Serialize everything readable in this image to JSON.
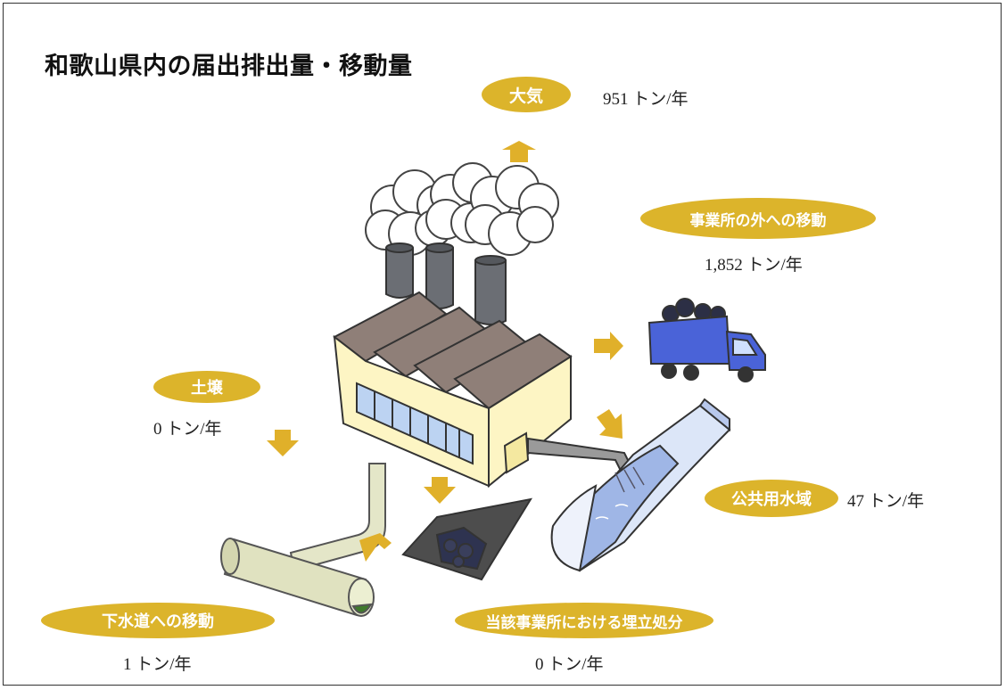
{
  "title": "和歌山県内の届出排出量・移動量",
  "categories": {
    "air": {
      "label": "大気",
      "value": "951 トン/年"
    },
    "offsite": {
      "label": "事業所の外への移動",
      "value": "1,852 トン/年"
    },
    "soil": {
      "label": "土壌",
      "value": "0 トン/年"
    },
    "water": {
      "label": "公共用水域",
      "value": "47 トン/年"
    },
    "sewer": {
      "label": "下水道への移動",
      "value": "1 トン/年"
    },
    "landfill": {
      "label": "当該事業所における埋立処分",
      "value": "0 トン/年"
    }
  },
  "colors": {
    "pill": "#dcb42b",
    "arrow": "#e0b02a",
    "truck": "#4a63d8",
    "wall": "#fdf5c4",
    "roof": "#8f7f78",
    "chimney": "#6b6e74",
    "water": "#9fb6e6"
  }
}
